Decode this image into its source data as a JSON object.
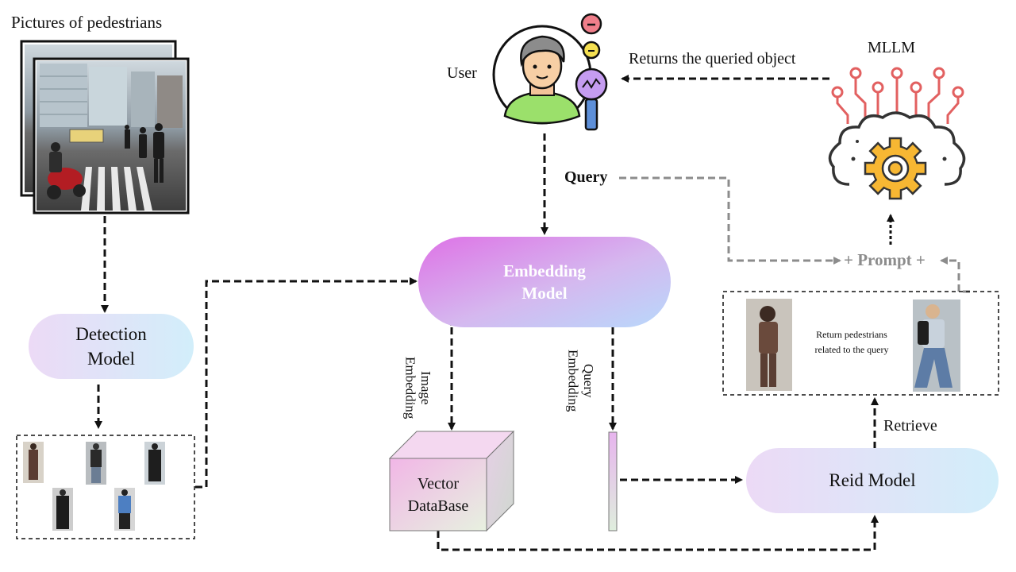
{
  "labels": {
    "pictures_title": "Pictures of pedestrians",
    "user": "User",
    "returns": "Returns the queried object",
    "mllm": "MLLM",
    "query": "Query",
    "prompt": "+ Prompt +",
    "embedding_line1": "Embedding",
    "embedding_line2": "Model",
    "detection_line1": "Detection",
    "detection_line2": "Model",
    "image_embedding_line1": "Image",
    "image_embedding_line2": "Embedding",
    "query_embedding_line1": "Query",
    "query_embedding_line2": "Embedding",
    "vector_line1": "Vector",
    "vector_line2": "DataBase",
    "reid": "Reid Model",
    "retrieve": "Retrieve",
    "return_line1": "Return pedestrians",
    "return_line2": "related to the query"
  },
  "colors": {
    "embedding_from": "#e07be8",
    "embedding_to": "#b9d6fb",
    "pill_from": "#ead9f5",
    "pill_to": "#d3eef9",
    "prompt_gray": "#8c8c8c",
    "mllm_red": "#e26060",
    "gear_yellow": "#f7b733"
  },
  "icons": [
    "pedestrian-photo-icon",
    "user-avatar-icon",
    "mllm-brain-gear-icon"
  ]
}
